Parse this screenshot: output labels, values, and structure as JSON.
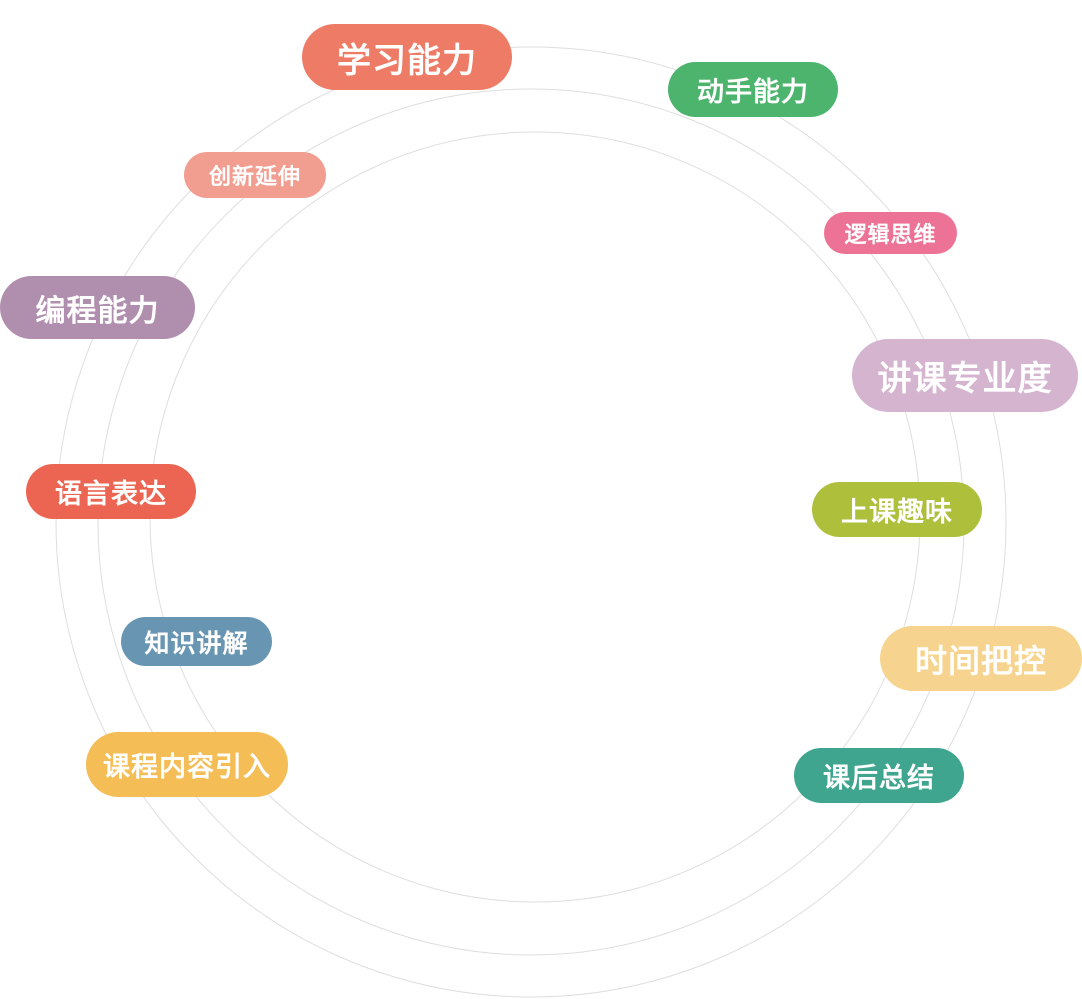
{
  "labels": [
    {
      "text": "学习能力",
      "color": "#EE7B65"
    },
    {
      "text": "动手能力",
      "color": "#4DB46E"
    },
    {
      "text": "创新延伸",
      "color": "#F19E91"
    },
    {
      "text": "逻辑思维",
      "color": "#EC7396"
    },
    {
      "text": "编程能力",
      "color": "#B08EAE"
    },
    {
      "text": "讲课专业度",
      "color": "#D5B4D0"
    },
    {
      "text": "语言表达",
      "color": "#EC6552"
    },
    {
      "text": "上课趣味",
      "color": "#AEBF3B"
    },
    {
      "text": "知识讲解",
      "color": "#6896B2"
    },
    {
      "text": "时间把控",
      "color": "#F6D48F"
    },
    {
      "text": "课程内容引入",
      "color": "#F4BD55"
    },
    {
      "text": "课后总结",
      "color": "#3FA58E"
    }
  ]
}
